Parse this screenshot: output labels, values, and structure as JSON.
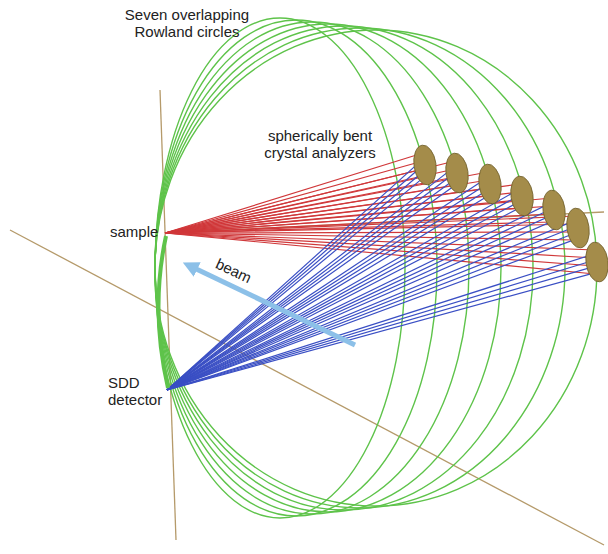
{
  "diagram": {
    "labels": [
      "Seven overlapping Rowland circles",
      "spherically bent crystal analyzers",
      "sample",
      "beam",
      "SDD detector"
    ]
  }
}
